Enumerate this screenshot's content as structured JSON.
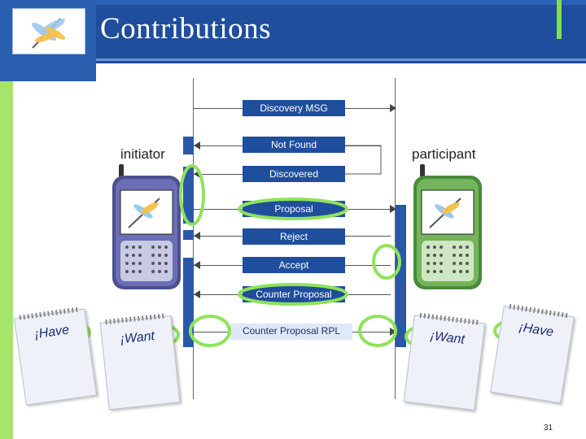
{
  "header": {
    "title": "Contributions",
    "logo": "dragonfly-logo"
  },
  "diagram": {
    "roles": {
      "initiator": "initiator",
      "participant": "participant"
    },
    "messages": {
      "discovery": "Discovery MSG",
      "not_found": "Not Found",
      "discovered": "Discovered",
      "proposal": "Proposal",
      "reject": "Reject",
      "accept": "Accept",
      "counter_proposal": "Counter Proposal",
      "counter_proposal_rpl": "Counter Proposal  RPL"
    },
    "notes": {
      "left_have": "¡Have",
      "left_want": "¡Want",
      "right_want": "¡Want",
      "right_have": "¡Have"
    }
  },
  "colors": {
    "header": "#1f4e9c",
    "accent_green": "#7fe04a",
    "highlight": "#8ee35a"
  },
  "footer": {
    "page_number": "31"
  }
}
